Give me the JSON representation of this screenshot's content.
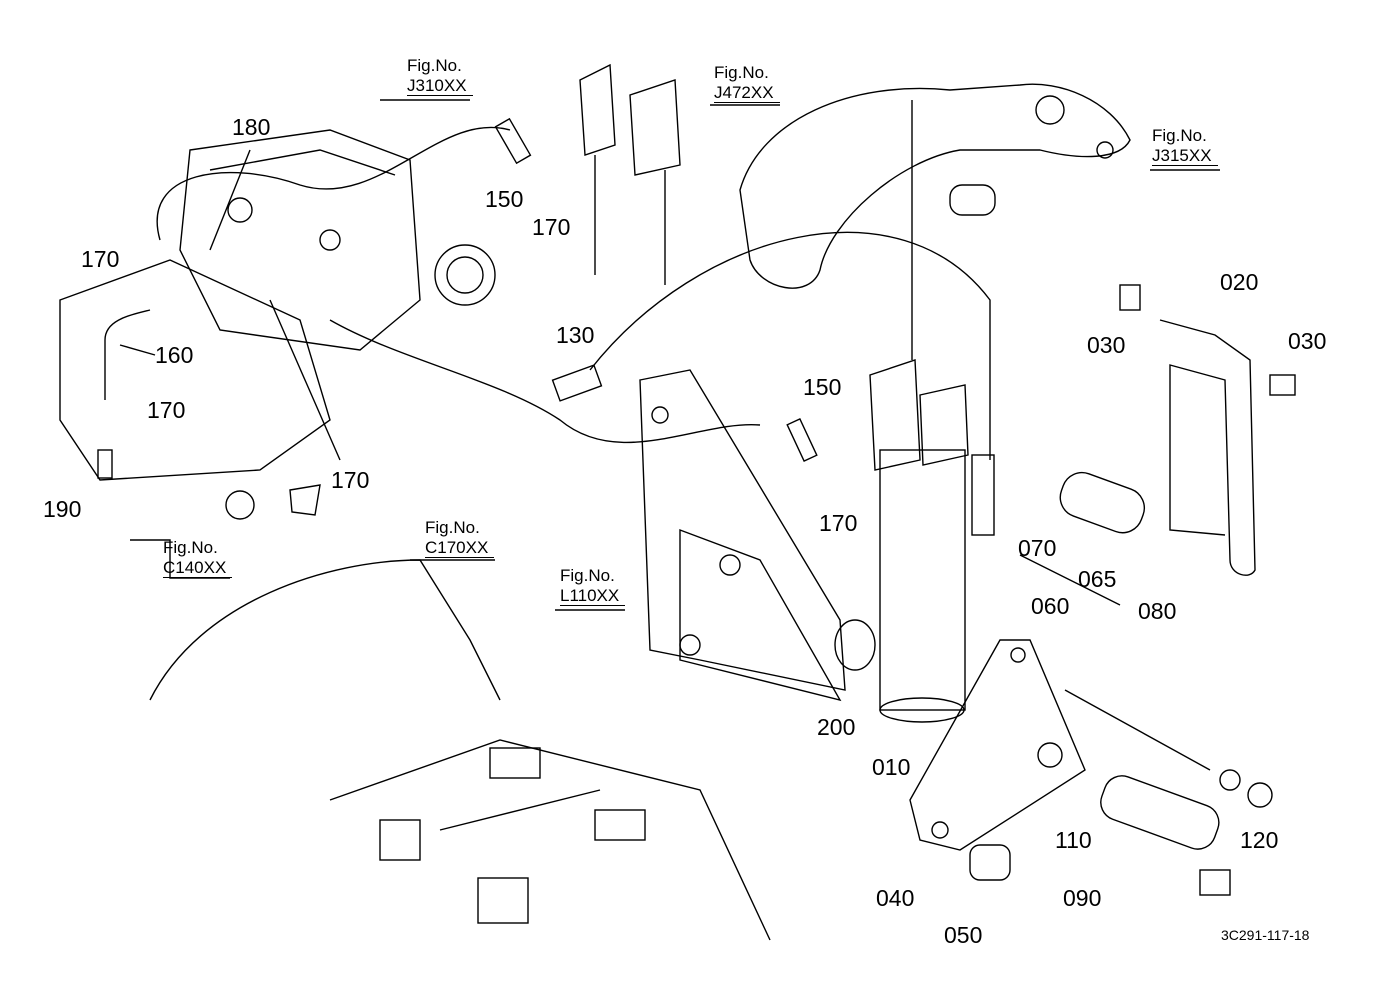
{
  "diagram": {
    "document_id": "3C291-117-18",
    "fig_refs": [
      {
        "id": "fig-j310",
        "prefix": "Fig.No.",
        "code": "J310XX"
      },
      {
        "id": "fig-j472",
        "prefix": "Fig.No.",
        "code": "J472XX"
      },
      {
        "id": "fig-j315",
        "prefix": "Fig.No.",
        "code": "J315XX"
      },
      {
        "id": "fig-c140",
        "prefix": "Fig.No.",
        "code": "C140XX"
      },
      {
        "id": "fig-c170",
        "prefix": "Fig.No.",
        "code": "C170XX"
      },
      {
        "id": "fig-l110",
        "prefix": "Fig.No.",
        "code": "L110XX"
      }
    ],
    "part_labels": [
      "180",
      "150",
      "170",
      "170",
      "160",
      "170",
      "170",
      "190",
      "130",
      "150",
      "170",
      "020",
      "030",
      "030",
      "070",
      "065",
      "060",
      "080",
      "200",
      "010",
      "040",
      "050",
      "110",
      "090",
      "120"
    ]
  }
}
